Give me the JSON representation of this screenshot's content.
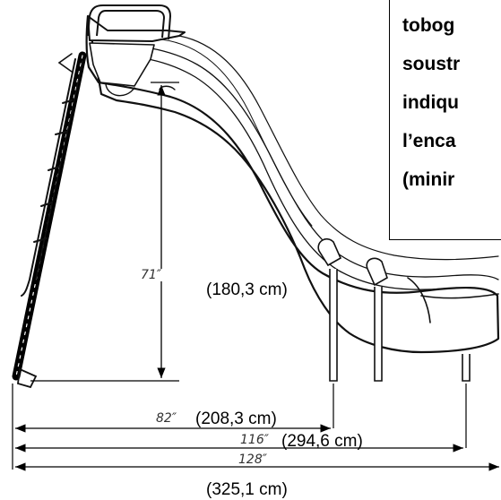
{
  "callout": {
    "lines": [
      "tobog",
      "soustr",
      "indiqu",
      "l’enca",
      "(minir"
    ]
  },
  "dimensions": {
    "height_in": "71″",
    "height_cm": "(180,3 cm)",
    "depth1_in": "82″",
    "depth1_cm": "(208,3 cm)",
    "depth2_in": "116″",
    "depth2_cm": "(294,6 cm)",
    "total_in": "128″",
    "total_cm": "(325,1 cm)"
  }
}
